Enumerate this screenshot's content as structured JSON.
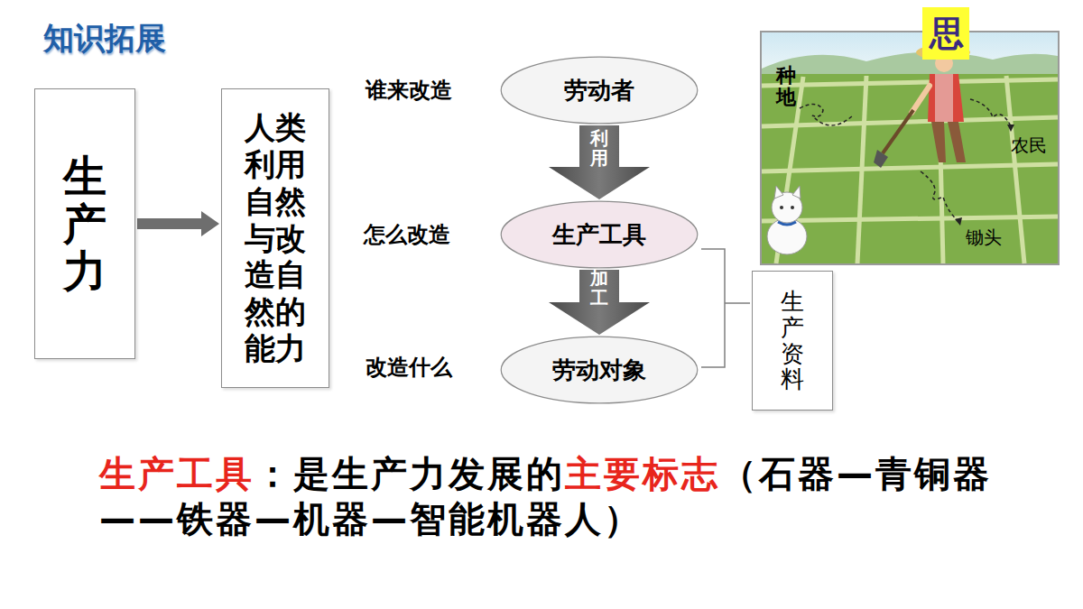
{
  "diagram": {
    "title": "知识拓展",
    "nodes": [
      {
        "text": [
          "生产力"
        ]
      },
      {
        "text": [
          "人类利用自然与改造自然的能力"
        ]
      },
      {
        "text": [
          "劳动者"
        ]
      },
      {
        "text": [
          "生产工具"
        ]
      },
      {
        "text": [
          "劳动对象"
        ]
      },
      {
        "text": [
          "生产资料"
        ]
      }
    ],
    "edges": [
      {
        "from": 0,
        "to": 1,
        "arrow": "to"
      },
      {
        "from": 2,
        "to": 3,
        "label": "利用",
        "arrow": "to"
      },
      {
        "from": 3,
        "to": 4,
        "label": "加工",
        "arrow": "to"
      }
    ],
    "labels": [
      "谁来改造",
      "怎么改造",
      "改造什么",
      "思",
      "种地",
      "农民",
      "锄头",
      "生产工具",
      "：是生产力发展的",
      "主要标志",
      "（石器—青铜器——铁器—机器—智能机器人）"
    ]
  }
}
